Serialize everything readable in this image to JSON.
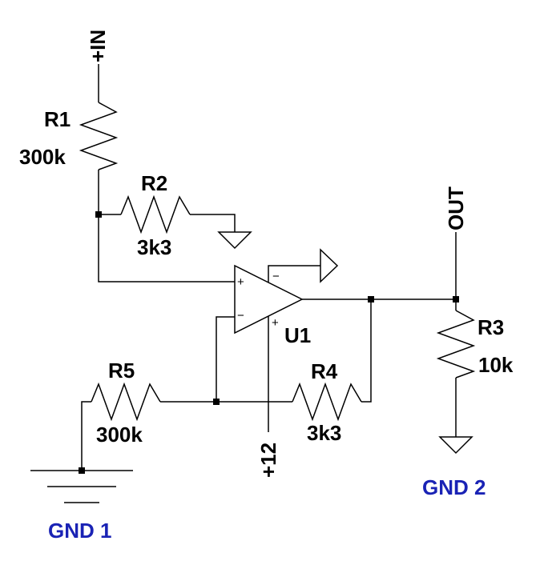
{
  "net_labels": {
    "input": "+IN",
    "output": "OUT",
    "supply": "+12"
  },
  "components": {
    "R1": {
      "ref": "R1",
      "value": "300k"
    },
    "R2": {
      "ref": "R2",
      "value": "3k3"
    },
    "R3": {
      "ref": "R3",
      "value": "10k"
    },
    "R4": {
      "ref": "R4",
      "value": "3k3"
    },
    "R5": {
      "ref": "R5",
      "value": "300k"
    },
    "U1": {
      "ref": "U1",
      "plus": "+",
      "minus": "−"
    }
  },
  "ground_labels": {
    "gnd1": "GND 1",
    "gnd2": "GND 2"
  },
  "colors": {
    "wire": "#000000",
    "ground_label": "#1a23b5"
  }
}
